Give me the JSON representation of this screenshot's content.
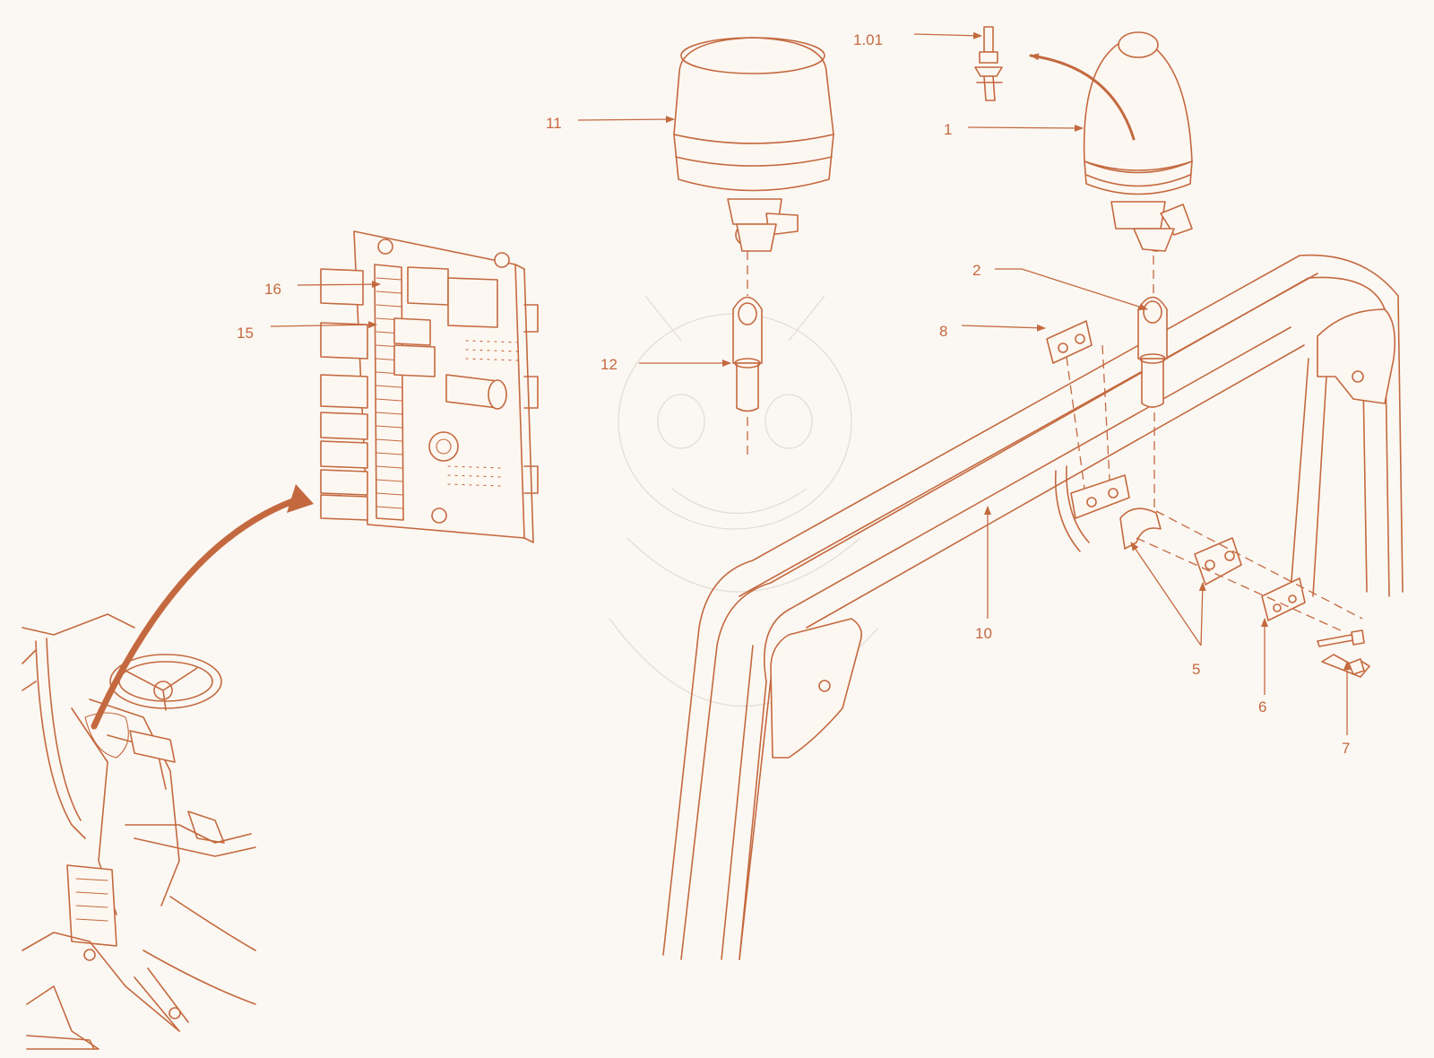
{
  "diagram": {
    "accent_color": "#c4693f",
    "background_color": "#fbf8f3",
    "callouts": [
      {
        "id": "1.01",
        "label": "1.01"
      },
      {
        "id": "1",
        "label": "1"
      },
      {
        "id": "2",
        "label": "2"
      },
      {
        "id": "5",
        "label": "5"
      },
      {
        "id": "6",
        "label": "6"
      },
      {
        "id": "7",
        "label": "7"
      },
      {
        "id": "8",
        "label": "8"
      },
      {
        "id": "10",
        "label": "10"
      },
      {
        "id": "11",
        "label": "11"
      },
      {
        "id": "12",
        "label": "12"
      },
      {
        "id": "15",
        "label": "15"
      },
      {
        "id": "16",
        "label": "16"
      }
    ]
  }
}
